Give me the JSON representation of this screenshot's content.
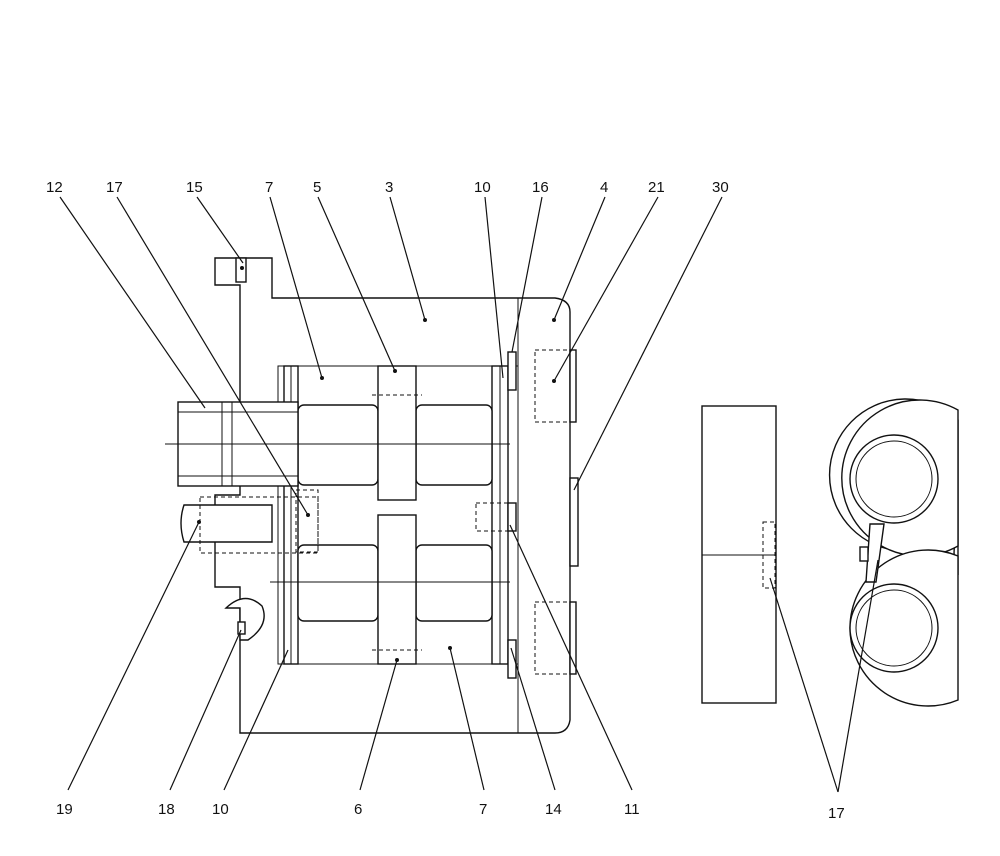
{
  "callouts_top": [
    "12",
    "17",
    "15",
    "7",
    "5",
    "3",
    "10",
    "16",
    "4",
    "21",
    "30"
  ],
  "callouts_bottom": [
    "19",
    "18",
    "10",
    "6",
    "7",
    "14",
    "11"
  ],
  "callouts_side": [
    "17"
  ]
}
